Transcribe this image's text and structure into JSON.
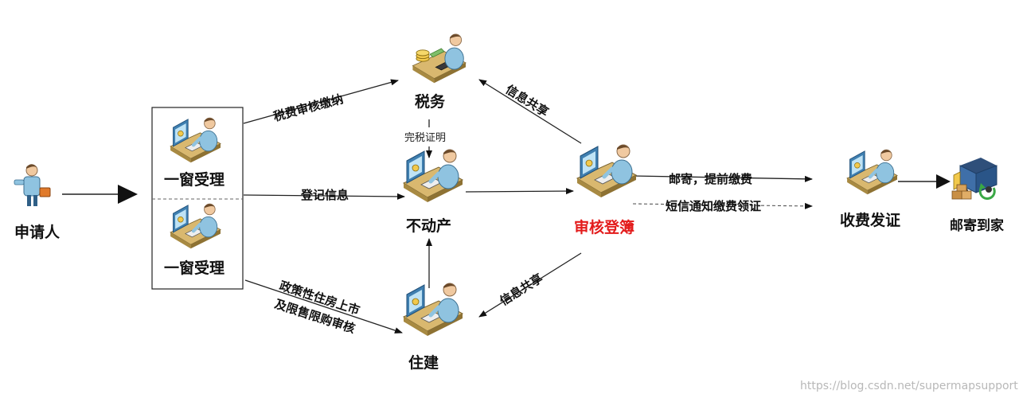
{
  "nodes": {
    "applicant": "申请人",
    "window1": "一窗受理",
    "window2": "一窗受理",
    "tax": "税务",
    "realestate": "不动产",
    "housing": "住建",
    "review": "审核登簿",
    "certificate": "收费发证",
    "mail_home": "邮寄到家"
  },
  "edges": {
    "tax_payment": "税费审核缴纳",
    "tax_certificate": "完税证明",
    "register_info": "登记信息",
    "policy_line1": "政策性住房上市",
    "policy_line2": "及限售限购审核",
    "info_share_top": "信息共享",
    "info_share_bottom": "信息共享",
    "mail_prepay": "邮寄，提前缴费",
    "sms_notice": "短信通知缴费领证"
  },
  "watermark": "https://blog.csdn.net/supermapsupport",
  "colors": {
    "highlight": "#e31b1b",
    "desk": "#d8b870",
    "monitor": "#7fb6d6",
    "person": "#8fc3e0"
  },
  "icons": {
    "applicant": "person-with-briefcase-icon",
    "workstation": "office-worker-at-desk-icon",
    "tax": "worker-with-cash-and-calculator-icon",
    "mail_home": "delivery-truck-with-packages-icon"
  }
}
